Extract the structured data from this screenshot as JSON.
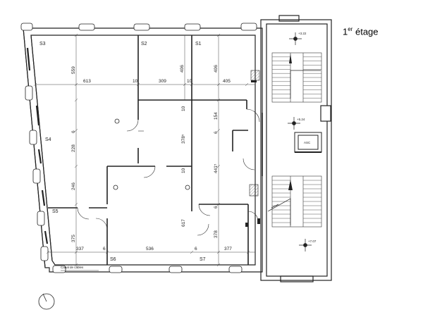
{
  "title": {
    "floor": "1",
    "floor_sup": "er",
    "floor_rest": " étage"
  },
  "rooms": {
    "s1": "S1",
    "s2": "S2",
    "s3": "S3",
    "s4": "S4",
    "s5": "S5",
    "s6": "S6",
    "s7": "S7"
  },
  "elevator": "ASC",
  "levels": {
    "top": "+3.22",
    "mid": "+5.24",
    "bottom": "+7.07"
  },
  "duct_label": "Canal de câbles",
  "dimensions": {
    "h613": "613",
    "h10a": "10",
    "h309": "309",
    "h10b": "10",
    "h405": "405",
    "v559": "559",
    "v406a": "406",
    "v406b": "406",
    "v10a": "10",
    "v154": "154",
    "v378": "378⁵",
    "v10b": "10",
    "v6a": "6",
    "v228": "228",
    "v6b": "6",
    "v441": "441⁵",
    "v246": "246",
    "v617": "617",
    "v6c": "6",
    "v378b": "378",
    "v375": "375",
    "h337": "337",
    "h6a": "6",
    "h536": "536",
    "h6b": "6",
    "h377": "377"
  },
  "colors": {
    "wall": "#222222",
    "dim": "#444444",
    "hatch": "#555555"
  }
}
